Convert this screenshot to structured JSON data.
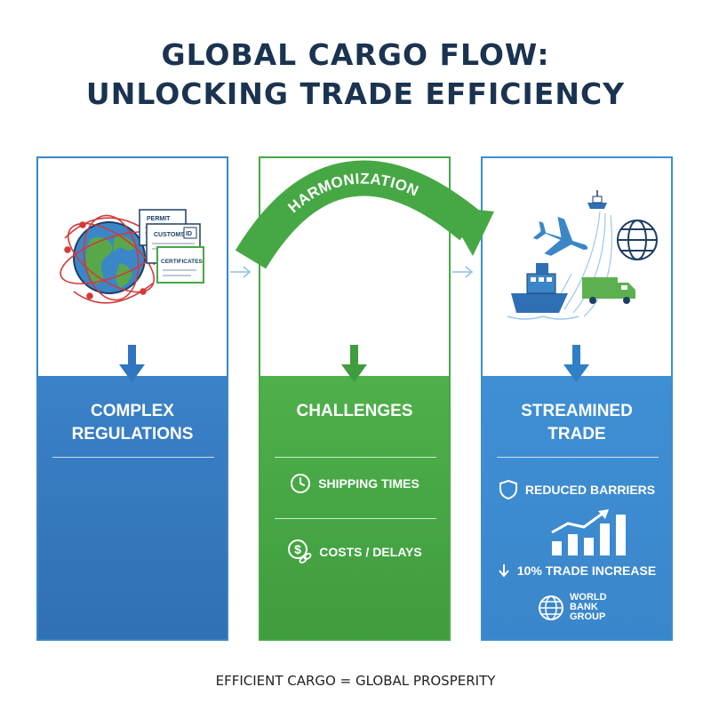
{
  "title": {
    "line1": "GLOBAL CARGO FLOW:",
    "line2": "UNLOCKING TRADE EFFICIENCY"
  },
  "flow_arrow": {
    "label": "HARMONIZATION",
    "color": "#46a845"
  },
  "panels": [
    {
      "heading_line1": "COMPLEX",
      "heading_line2": "REGULATIONS",
      "color": "#3b82c8",
      "illustration": {
        "icons": [
          "globe-icon",
          "red-orbit-lines",
          "document-icon"
        ],
        "doc_labels": [
          "PERMIT",
          "ID",
          "CUSTOMS",
          "CERTIFICATES"
        ]
      }
    },
    {
      "heading": "CHALLENGES",
      "color": "#46a845",
      "items": [
        {
          "icon": "clock-icon",
          "label": "SHIPPING TIMES"
        },
        {
          "icon": "dollar-chain-icon",
          "label": "COSTS / DELAYS"
        }
      ]
    },
    {
      "heading_line1": "STREAMINED",
      "heading_line2": "TRADE",
      "color": "#3f8fd4",
      "illustration": {
        "icons": [
          "airplane-icon",
          "cargo-ship-icon",
          "truck-icon",
          "globe-wire-icon",
          "ship-icon"
        ]
      },
      "items": [
        {
          "icon": "shield-icon",
          "label": "REDUCED BARRIERS"
        },
        {
          "icon": "down-arrow-icon",
          "label": "10% TRADE INCREASE"
        }
      ],
      "chart_icon": "bar-growth-icon",
      "logo": {
        "icon": "world-bank-globe-icon",
        "lines": [
          "WORLD",
          "BANK",
          "GROUP"
        ]
      }
    }
  ],
  "footer": "EFFICIENT CARGO = GLOBAL PROSPERITY"
}
